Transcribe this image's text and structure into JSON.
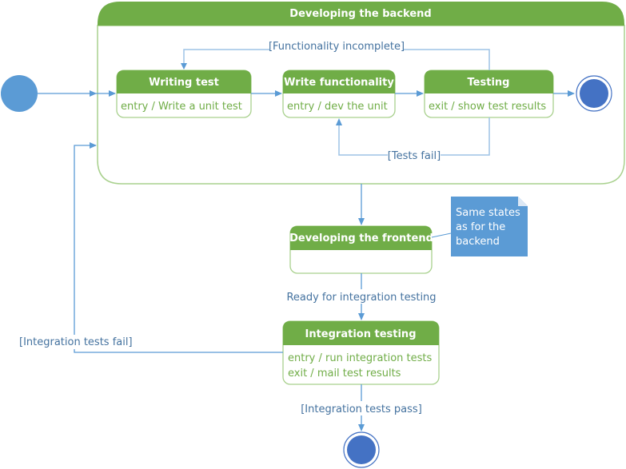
{
  "colors": {
    "state_header": "#70ad47",
    "state_border": "#a9d18e",
    "state_body_text": "#70ad47",
    "connector": "#5b9bd5",
    "label_text": "#44729f",
    "initial_node": "#5b9bd5",
    "final_node": "#4472c4",
    "note_fill": "#5b9bd5"
  },
  "composite": {
    "title": "Developing the backend"
  },
  "states": {
    "writing_test": {
      "title": "Writing test",
      "body": [
        "entry / Write a unit test"
      ]
    },
    "write_functionality": {
      "title": "Write functionality",
      "body": [
        "entry / dev the unit"
      ]
    },
    "testing": {
      "title": "Testing",
      "body": [
        "exit / show test results"
      ]
    },
    "frontend": {
      "title": "Developing the frontend",
      "body": []
    },
    "integration": {
      "title": "Integration testing",
      "body": [
        "entry / run integration tests",
        "exit / mail test results"
      ]
    }
  },
  "transitions": {
    "functionality_incomplete": "[Functionality incomplete]",
    "tests_fail": "[Tests fail]",
    "ready_for_integration": "Ready for integration testing",
    "integration_fail": "[Integration tests fail]",
    "integration_pass": "[Integration tests pass]"
  },
  "note": {
    "lines": [
      "Same states",
      "as for the",
      "backend"
    ]
  }
}
